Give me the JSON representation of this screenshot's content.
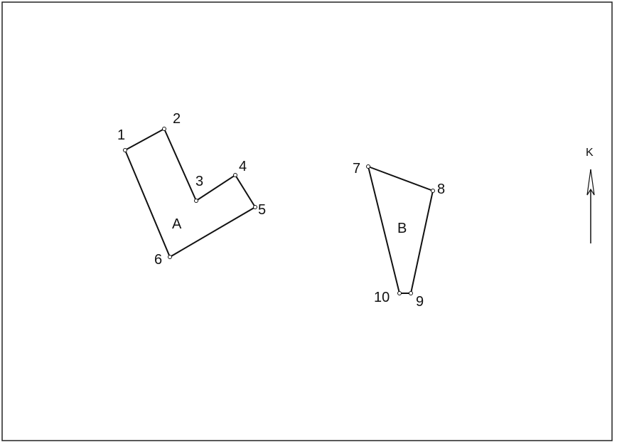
{
  "parcel_a": {
    "label": "A",
    "vertices": [
      {
        "id": "1",
        "label": "1"
      },
      {
        "id": "2",
        "label": "2"
      },
      {
        "id": "3",
        "label": "3"
      },
      {
        "id": "4",
        "label": "4"
      },
      {
        "id": "5",
        "label": "5"
      },
      {
        "id": "6",
        "label": "6"
      }
    ]
  },
  "parcel_b": {
    "label": "B",
    "vertices": [
      {
        "id": "7",
        "label": "7"
      },
      {
        "id": "8",
        "label": "8"
      },
      {
        "id": "9",
        "label": "9"
      },
      {
        "id": "10",
        "label": "10"
      }
    ]
  },
  "north_arrow": {
    "label": "K"
  },
  "colors": {
    "line": "#111111",
    "background": "#ffffff"
  }
}
